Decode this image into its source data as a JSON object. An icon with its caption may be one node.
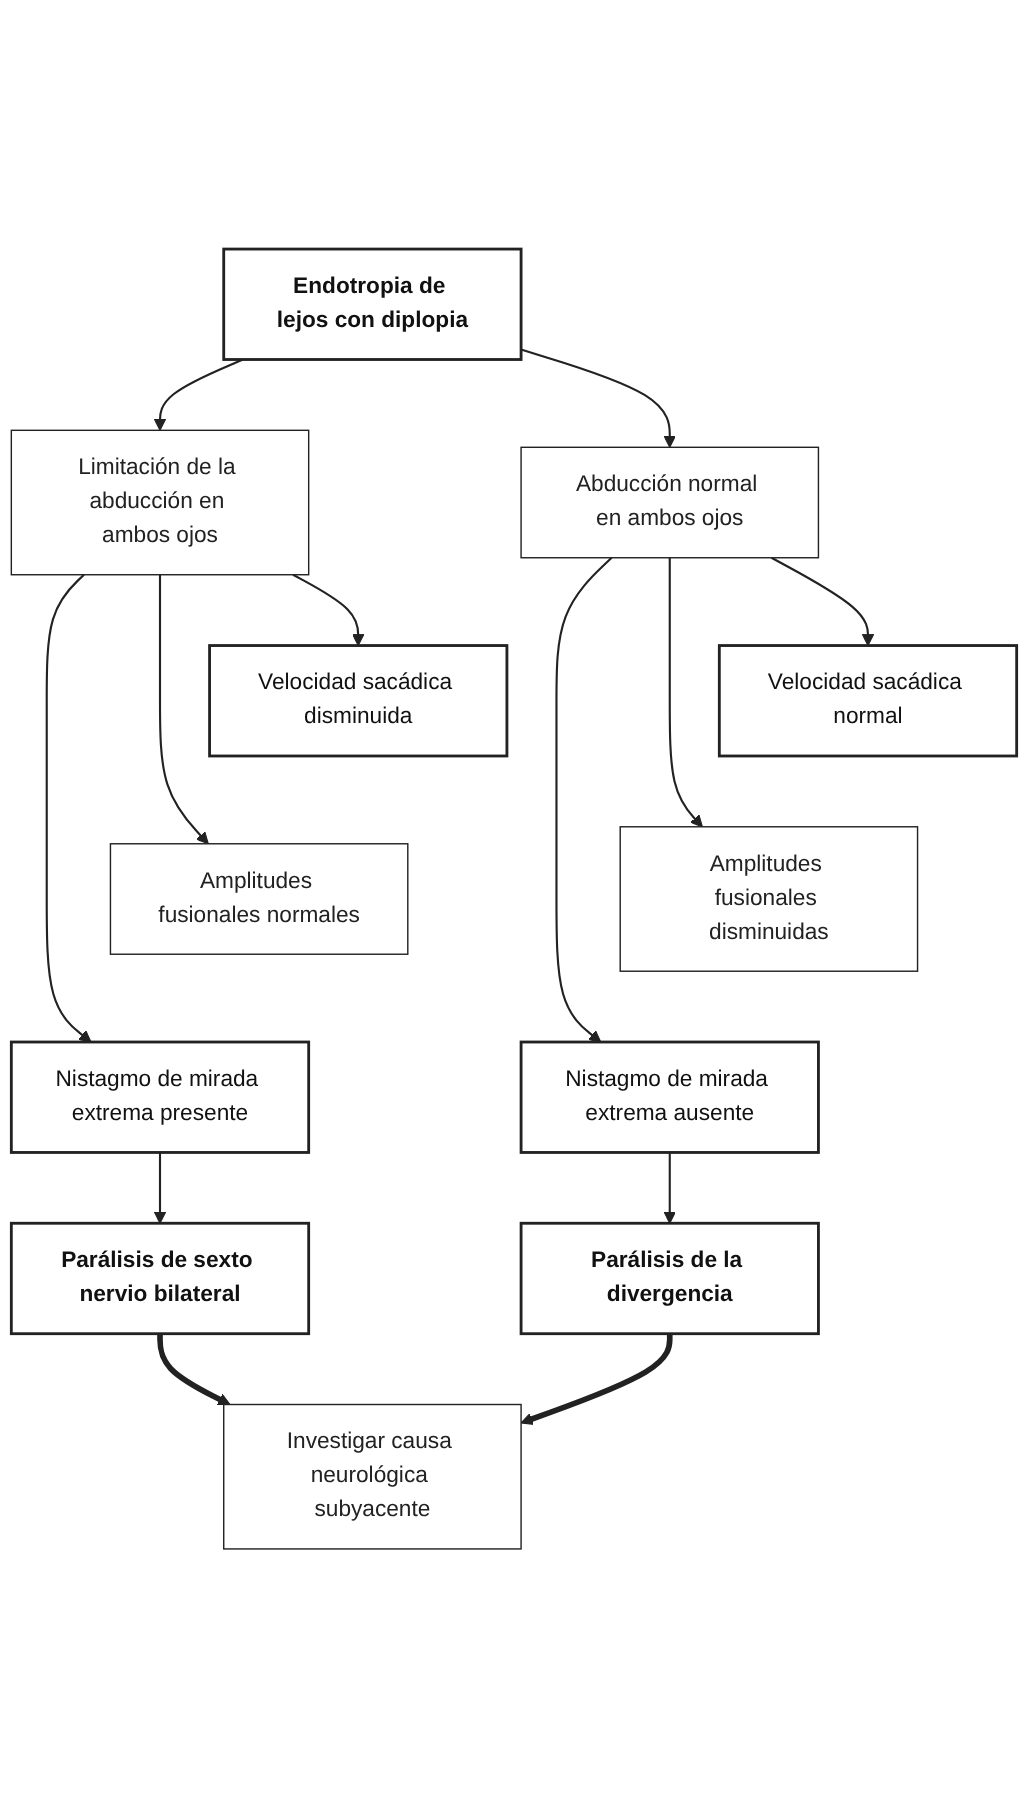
{
  "diagram": {
    "nodes": [
      {
        "text": [
          "Endotropia de lejos con diplopia"
        ]
      },
      {
        "text": [
          "Limitación de la abducción en ambos ojos"
        ]
      },
      {
        "text": [
          "Abducción normal en ambos ojos"
        ]
      },
      {
        "text": [
          "Velocidad sacádica disminuida"
        ]
      },
      {
        "text": [
          "Velocidad sacádica normal"
        ]
      },
      {
        "text": [
          "Amplitudes fusionales normales"
        ]
      },
      {
        "text": [
          "Amplitudes fusionales disminuidas"
        ]
      },
      {
        "text": [
          "Nistagmo de mirada extrema presente"
        ]
      },
      {
        "text": [
          "Nistagmo de mirada extrema ausente"
        ]
      },
      {
        "text": [
          "Parálisis de sexto nervio bilateral"
        ]
      },
      {
        "text": [
          "Parálisis de la divergencia"
        ]
      },
      {
        "text": [
          "Investigar causa neurológica subyacente"
        ]
      }
    ],
    "edges": [
      {
        "from": 0,
        "to": 1,
        "arrow": "to"
      },
      {
        "from": 0,
        "to": 2,
        "arrow": "to"
      },
      {
        "from": 1,
        "to": 3,
        "arrow": "to"
      },
      {
        "from": 1,
        "to": 5,
        "arrow": "to"
      },
      {
        "from": 1,
        "to": 7,
        "arrow": "to"
      },
      {
        "from": 2,
        "to": 4,
        "arrow": "to"
      },
      {
        "from": 2,
        "to": 6,
        "arrow": "to"
      },
      {
        "from": 2,
        "to": 8,
        "arrow": "to"
      },
      {
        "from": 7,
        "to": 9,
        "arrow": "to"
      },
      {
        "from": 8,
        "to": 10,
        "arrow": "to"
      },
      {
        "from": 9,
        "to": 11,
        "arrow": "to",
        "style": "thick"
      },
      {
        "from": 10,
        "to": 11,
        "arrow": "to",
        "style": "thick"
      }
    ]
  }
}
